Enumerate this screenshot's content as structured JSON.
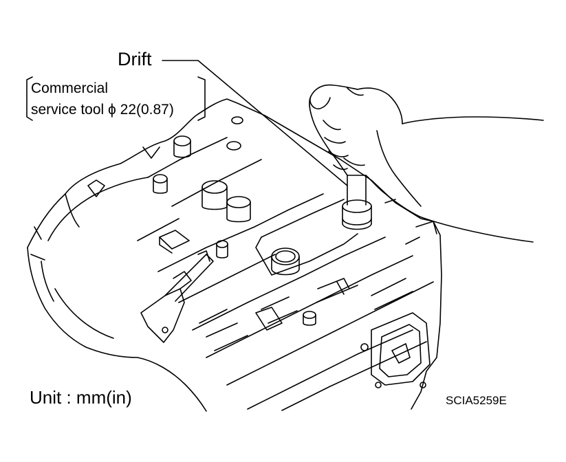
{
  "labels": {
    "drift": "Drift",
    "tool_line1": "Commercial",
    "tool_line2": "service tool  ϕ 22(0.87)",
    "unit": "Unit : mm(in)",
    "figure_code": "SCIA5259E"
  },
  "colors": {
    "ink": "#000000",
    "paper": "#ffffff"
  }
}
